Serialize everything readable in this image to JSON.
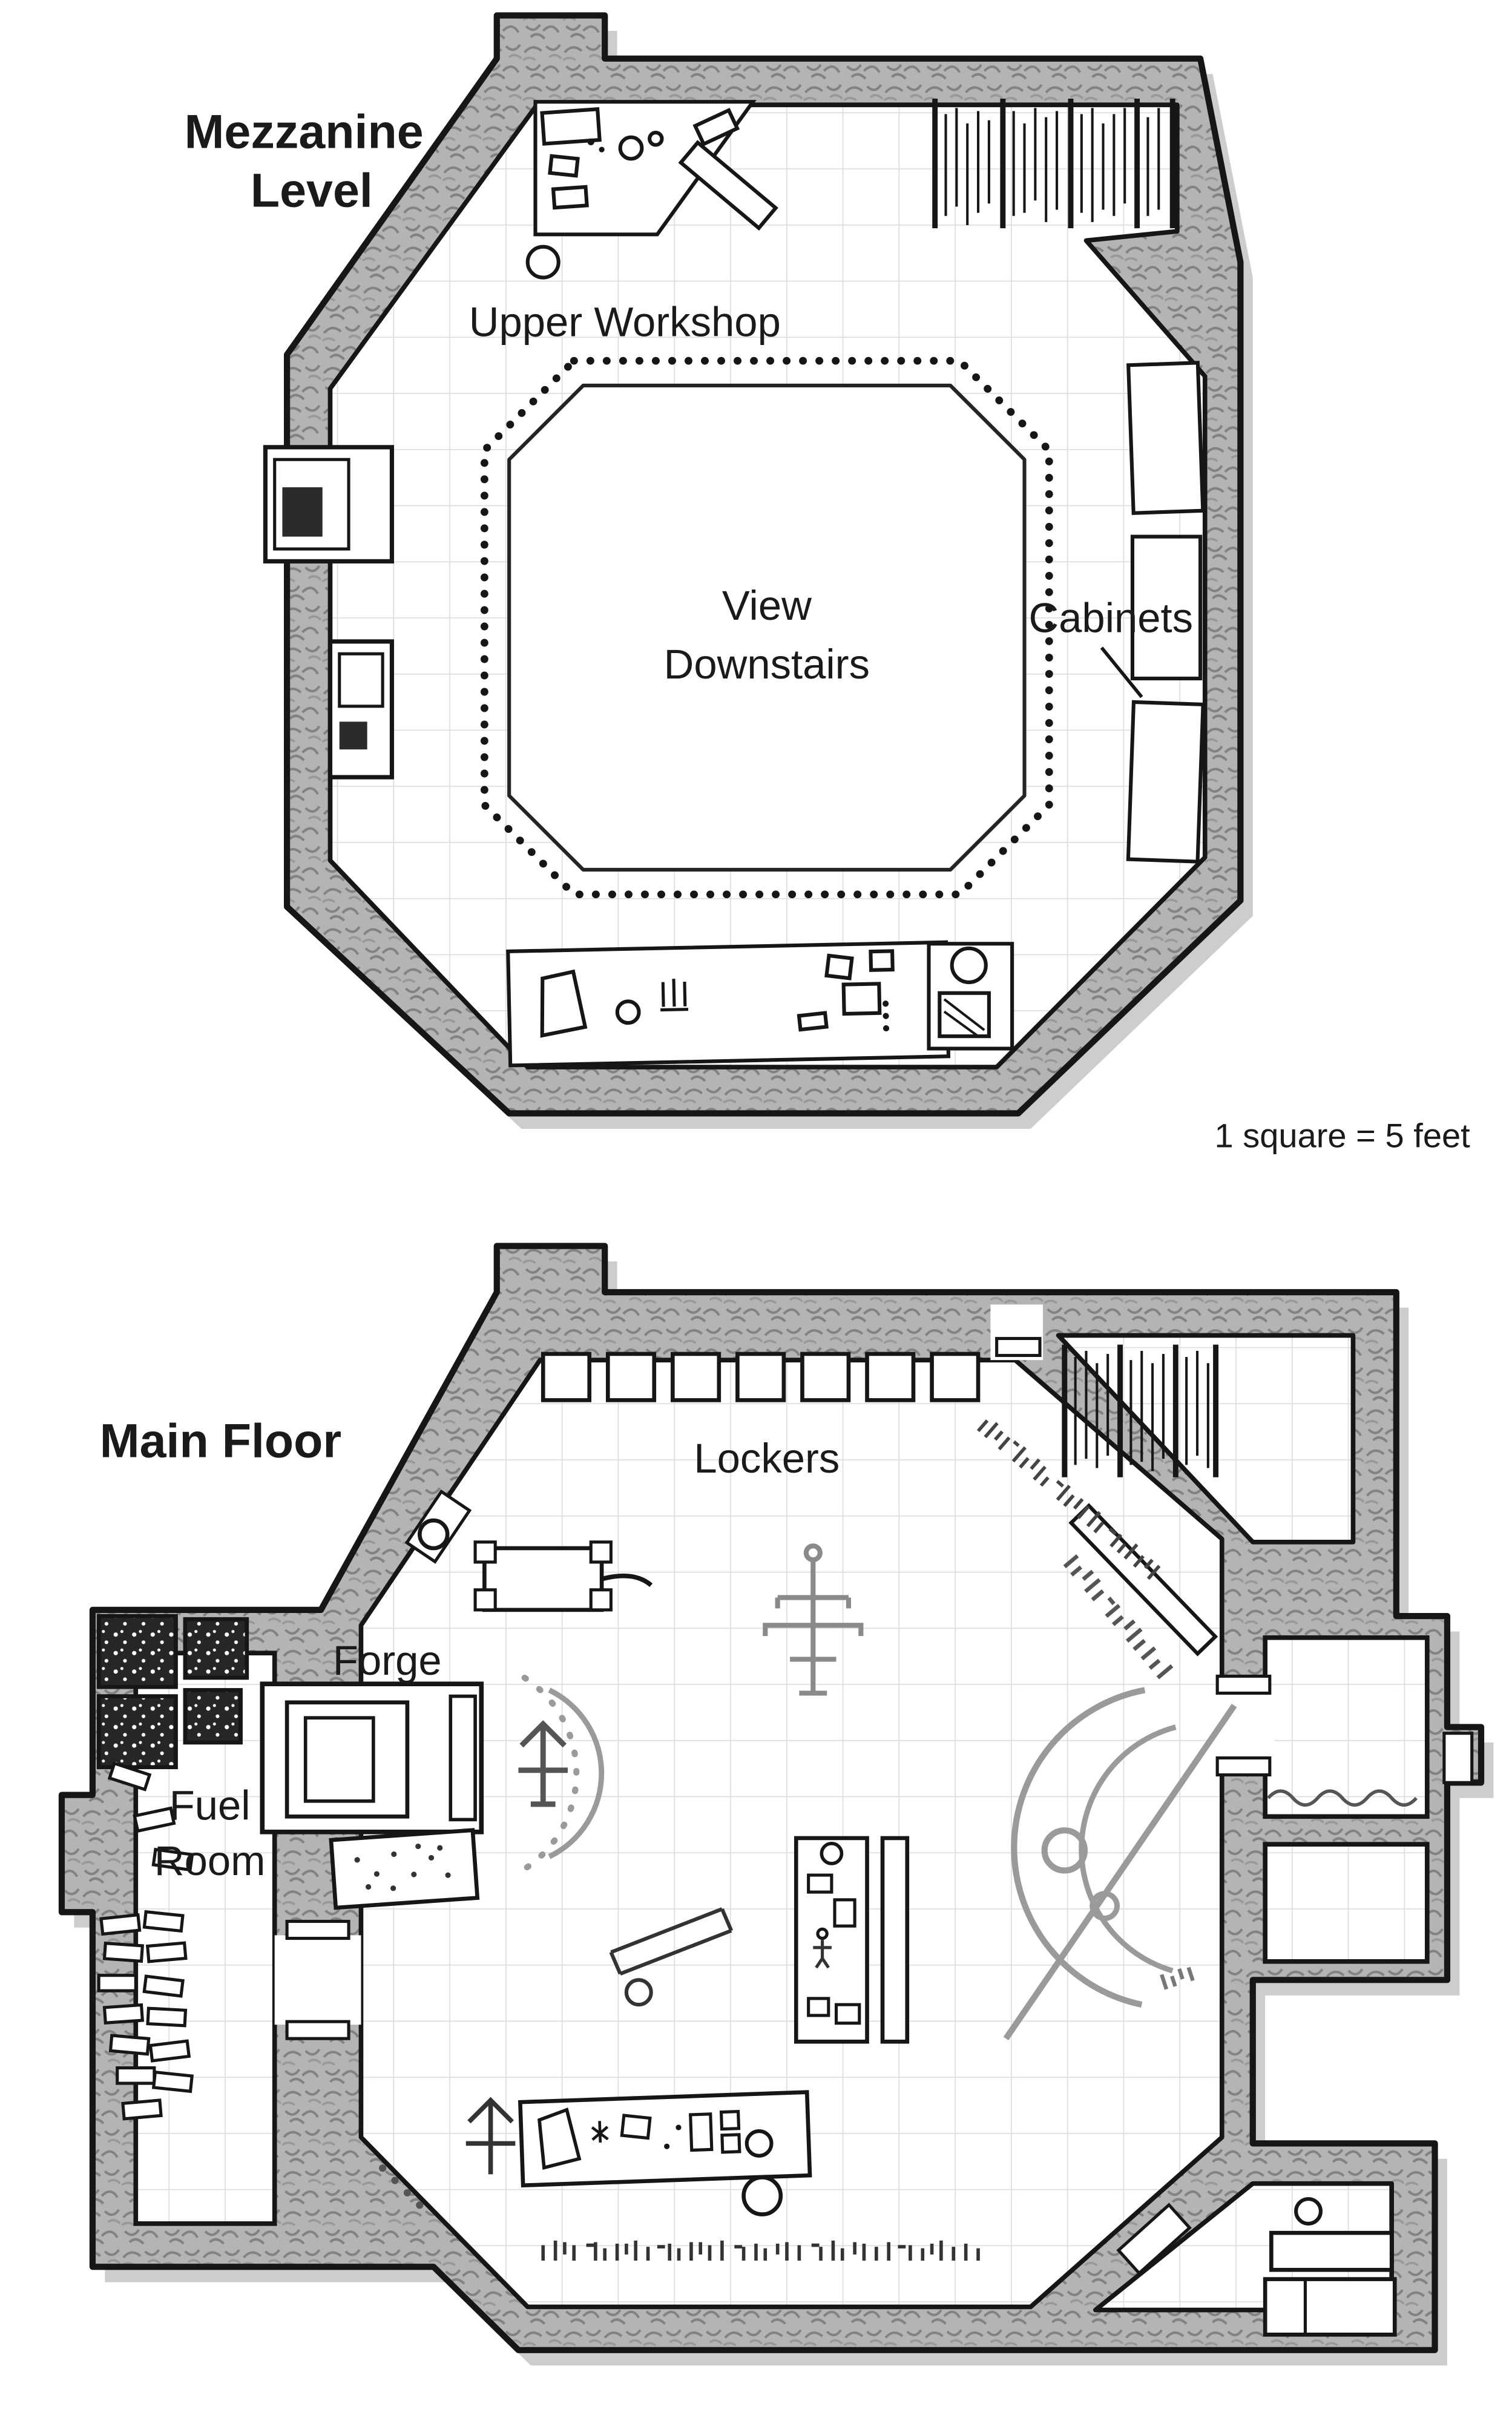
{
  "page": {
    "type": "dungeon-floorplan-map",
    "scale_note": "1 square = 5 feet"
  },
  "mezzanine": {
    "title_line1": "Mezzanine",
    "title_line2": "Level",
    "labels": {
      "upper_workshop": "Upper Workshop",
      "view_line1": "View",
      "view_line2": "Downstairs",
      "cabinets": "Cabinets"
    }
  },
  "main_floor": {
    "title": "Main Floor",
    "labels": {
      "lockers": "Lockers",
      "forge": "Forge",
      "fuel_line1": "Fuel",
      "fuel_line2": "Room"
    }
  },
  "colors": {
    "background": "#ffffff",
    "wall_fill": "#b4b4b4",
    "wall_outline": "#161616",
    "grid_line": "#dcdcdc",
    "glyph_gray": "#9a9a9a",
    "shadow": "#cdcdcd"
  }
}
